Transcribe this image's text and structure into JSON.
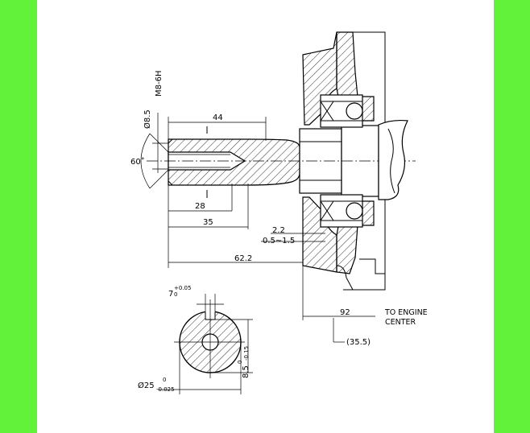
{
  "colors": {
    "background": "#62f23a",
    "sheet": "#ffffff",
    "ink": "#000000"
  },
  "dimensions": {
    "thread": "M8-6H",
    "dia_8_5": "Ø8.5",
    "d44": "44",
    "angle": "60˚",
    "d28": "28",
    "d35": "35",
    "d2_2": "2.2",
    "d0_5_1_5": "0.5~1.5",
    "d62_2": "62.2",
    "d92": "92",
    "engine_center_l1": "TO ENGINE",
    "engine_center_l2": "CENTER",
    "d35_5": "(35.5)",
    "key_width": "7",
    "key_width_tol_upper": "+0.05",
    "key_width_tol_lower": "0",
    "key_depth": "8.5",
    "key_depth_tol_upper": "0",
    "key_depth_tol_lower": "-0.15",
    "shaft_dia": "Ø25",
    "shaft_dia_tol_upper": "0",
    "shaft_dia_tol_lower": "-0.025"
  }
}
